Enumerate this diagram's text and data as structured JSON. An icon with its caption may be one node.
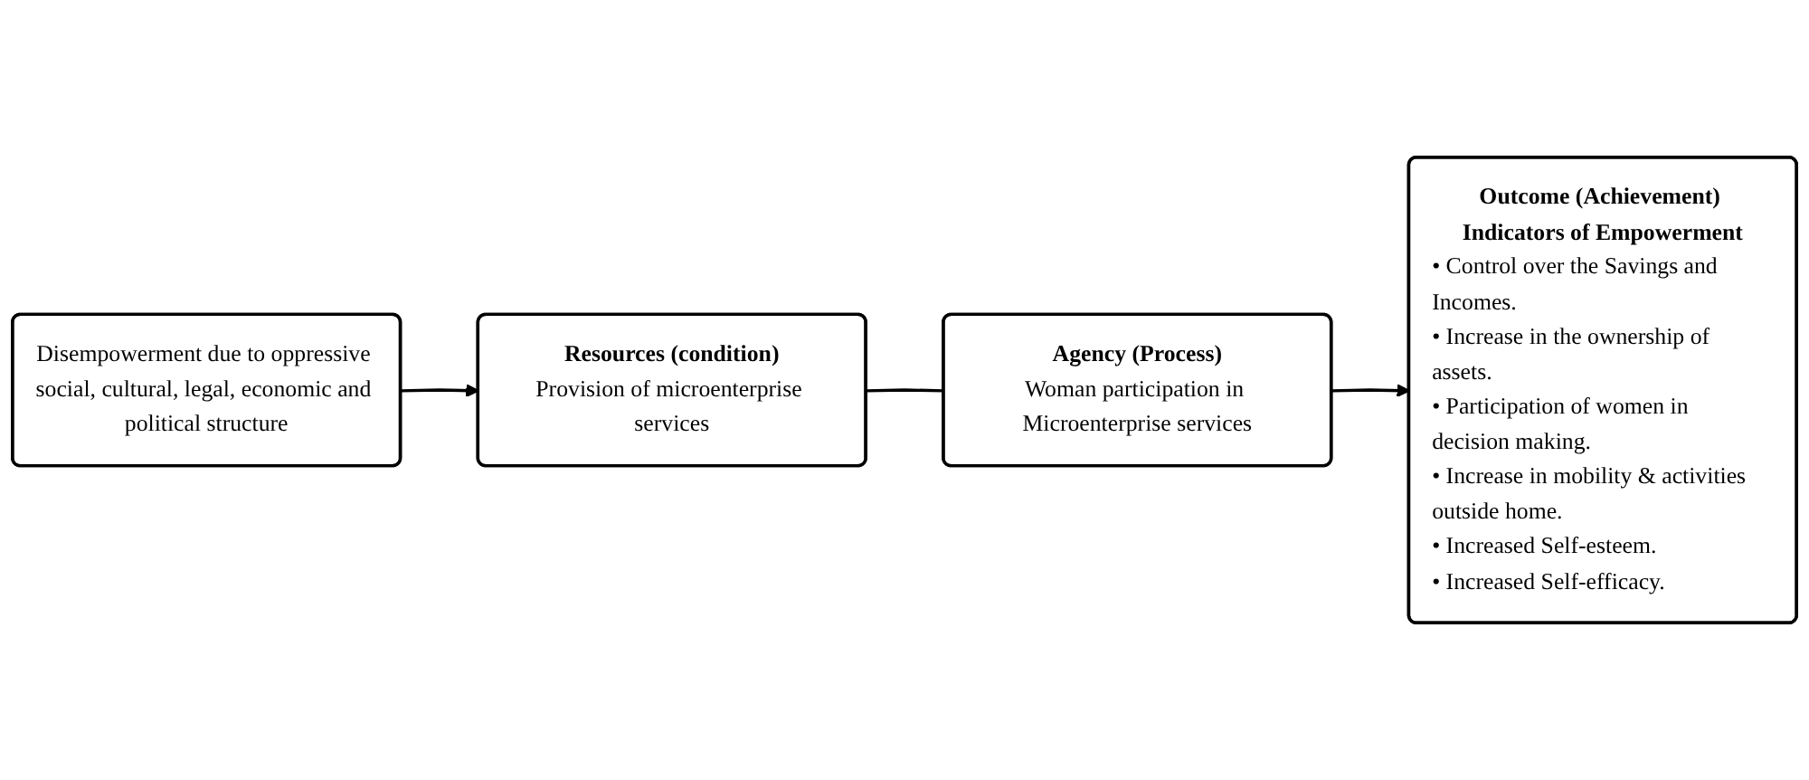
{
  "diagram": {
    "nodes": [
      {
        "text": [
          "Disempowerment due to oppressive social, cultural, legal, economic and political structure"
        ]
      },
      {
        "text": [
          "Resources (condition)",
          "Provision of microenterprise services"
        ]
      },
      {
        "text": [
          "Agency (Process)",
          "Woman participation in Microenterprise services"
        ]
      },
      {
        "text": [
          "Outcome (Achievement) Indicators of Empowerment",
          "• Control over the Savings and Incomes.",
          "• Increase in the ownership of assets.",
          "• Participation of women in decision making.",
          "• Increase in mobility & activities outside home.",
          "• Increased Self-esteem.",
          "• Increased Self-efficacy."
        ]
      }
    ],
    "edges": [
      {
        "from": 0,
        "to": 1,
        "arrow": "to"
      },
      {
        "from": 1,
        "to": 2,
        "arrow": "none"
      },
      {
        "from": 2,
        "to": 3,
        "arrow": "to"
      }
    ]
  }
}
